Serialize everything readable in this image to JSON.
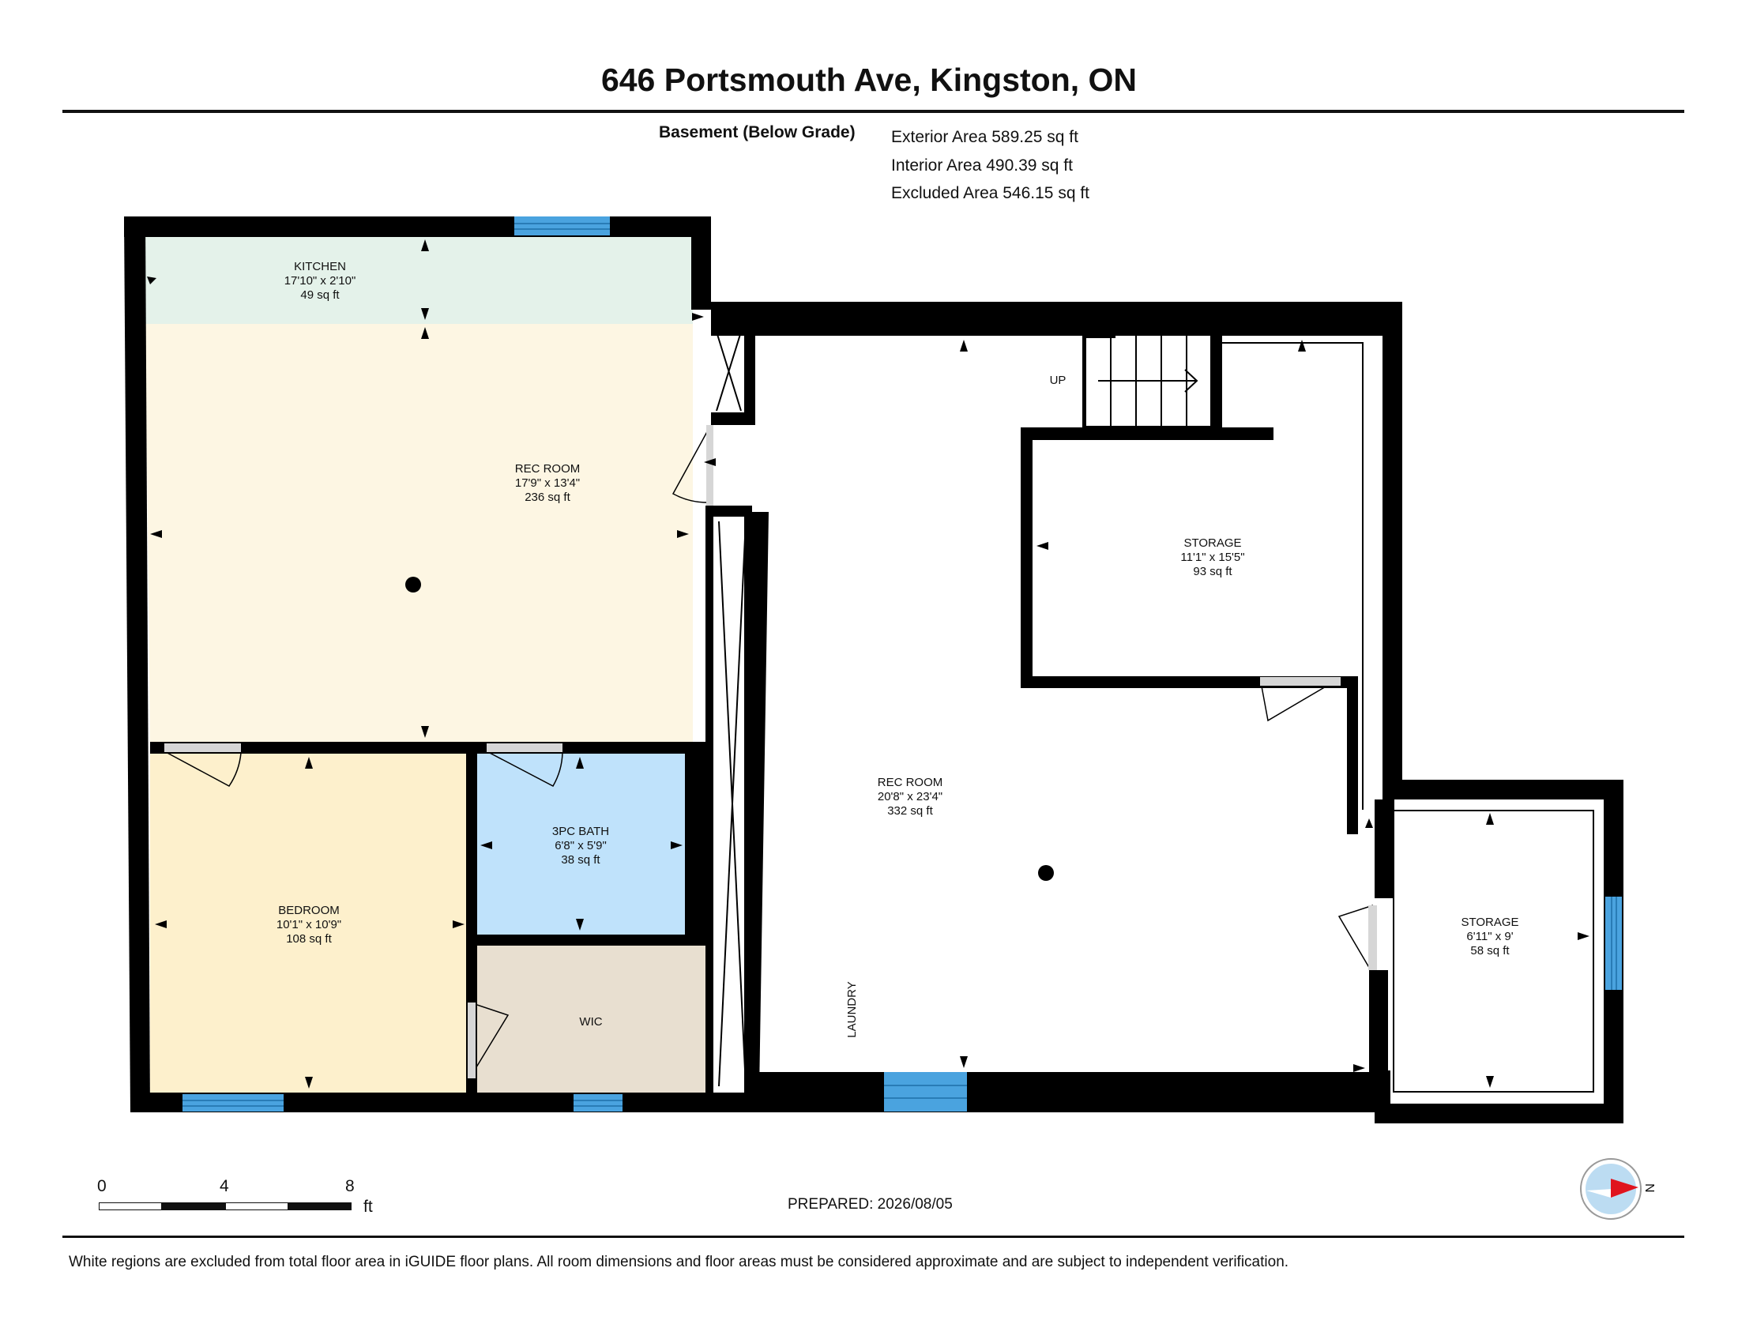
{
  "title": "646 Portsmouth Ave, Kingston, ON",
  "floor": {
    "label": "Basement (Below Grade)",
    "exterior_area": "Exterior Area 589.25 sq ft",
    "interior_area": "Interior Area 490.39 sq ft",
    "excluded_area": "Excluded Area 546.15 sq ft"
  },
  "rooms": {
    "kitchen": {
      "name": "KITCHEN",
      "dims": "17'10\" x 2'10\"",
      "area": "49 sq ft"
    },
    "rec_room_1": {
      "name": "REC ROOM",
      "dims": "17'9\" x 13'4\"",
      "area": "236 sq ft"
    },
    "bedroom": {
      "name": "BEDROOM",
      "dims": "10'1\" x 10'9\"",
      "area": "108 sq ft"
    },
    "bath": {
      "name": "3PC BATH",
      "dims": "6'8\" x 5'9\"",
      "area": "38 sq ft"
    },
    "wic": {
      "name": "WIC"
    },
    "rec_room_2": {
      "name": "REC ROOM",
      "dims": "20'8\" x 23'4\"",
      "area": "332 sq ft"
    },
    "storage_1": {
      "name": "STORAGE",
      "dims": "11'1\" x 15'5\"",
      "area": "93 sq ft"
    },
    "storage_2": {
      "name": "STORAGE",
      "dims": "6'11\" x 9'",
      "area": "58 sq ft"
    },
    "laundry": {
      "name": "LAUNDRY"
    },
    "stairs": {
      "label": "UP"
    }
  },
  "colors": {
    "wall": "#000000",
    "kitchen": "#e4f2ea",
    "rec_room_1": "#fdf6e3",
    "bedroom": "#fdf0cc",
    "bath": "#bfe2fb",
    "wic": "#e8dfd0",
    "window": "#4aa3df",
    "compass_needle": "#e0141e",
    "compass_face": "#bcdcf2"
  },
  "scale": {
    "labels": [
      "0",
      "4",
      "8"
    ],
    "unit": "ft"
  },
  "prepared": "PREPARED: 2026/08/05",
  "compass": {
    "label": "N"
  },
  "footer": "White regions are excluded from total floor area in iGUIDE floor plans. All room dimensions and floor areas must be considered approximate and are subject to independent verification."
}
